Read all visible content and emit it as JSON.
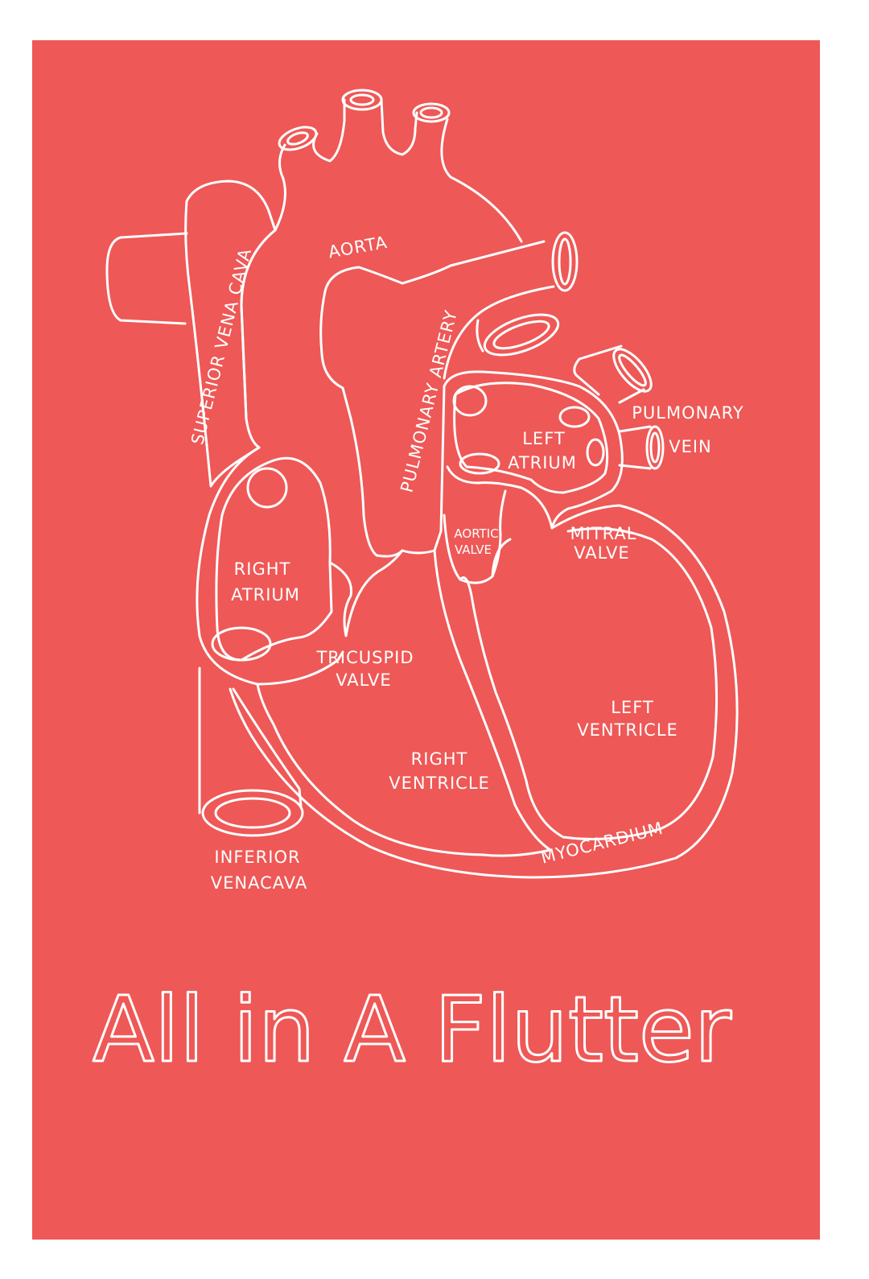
{
  "colors": {
    "background": "#ee5856",
    "line": "#ffffff",
    "page": "#ffffff"
  },
  "title": "All in A Flutter",
  "labels": {
    "superior_vena_cava": "SUPERIOR VENA CAVA",
    "aorta": "AORTA",
    "pulmonary_artery": "PULMONARY ARTERY",
    "pulmonary_vein_1": "PULMONARY",
    "pulmonary_vein_2": "VEIN",
    "left_atrium_1": "LEFT",
    "left_atrium_2": "ATRIUM",
    "aortic_valve_1": "AORTIC",
    "aortic_valve_2": "VALVE",
    "mitral_valve_1": "MITRAL",
    "mitral_valve_2": "VALVE",
    "right_atrium_1": "RIGHT",
    "right_atrium_2": "ATRIUM",
    "tricuspid_valve_1": "TRICUSPID",
    "tricuspid_valve_2": "VALVE",
    "left_ventricle_1": "LEFT",
    "left_ventricle_2": "VENTRICLE",
    "right_ventricle_1": "RIGHT",
    "right_ventricle_2": "VENTRICLE",
    "myocardium": "MYOCARDIUM",
    "inferior_vena_cava_1": "INFERIOR",
    "inferior_vena_cava_2": "VENACAVA"
  }
}
